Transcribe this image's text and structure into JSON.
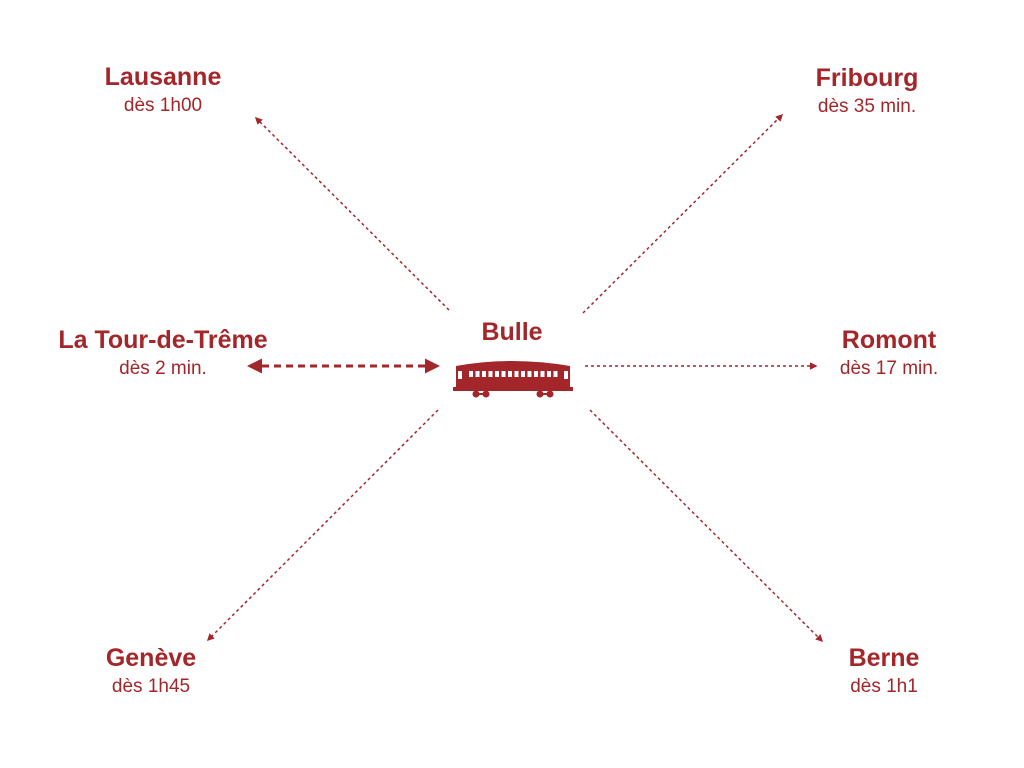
{
  "center": {
    "name": "Bulle",
    "icon": "train-car-icon"
  },
  "destinations": [
    {
      "name": "Lausanne",
      "time": "dès 1h00"
    },
    {
      "name": "Fribourg",
      "time": "dès 35 min."
    },
    {
      "name": "La Tour-de-Trême",
      "time": "dès 2 min."
    },
    {
      "name": "Romont",
      "time": "dès 17 min."
    },
    {
      "name": "Genève",
      "time": "dès 1h45"
    },
    {
      "name": "Berne",
      "time": "dès 1h1"
    }
  ],
  "colors": {
    "accent": "#a3262a"
  }
}
